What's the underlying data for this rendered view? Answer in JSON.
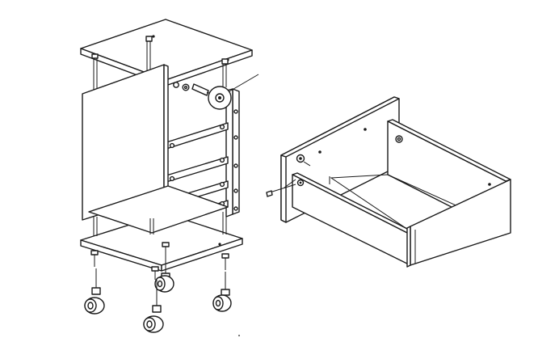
{
  "diagram": {
    "kind": "assembly-instruction",
    "line_color": "#1a1a1a",
    "background": "#ffffff",
    "parts": [
      {
        "name": "top-panel"
      },
      {
        "name": "side-panel"
      },
      {
        "name": "back-frame"
      },
      {
        "name": "base-panel"
      },
      {
        "name": "caster-wheel",
        "count": 4
      },
      {
        "name": "drawer"
      },
      {
        "name": "drawer-front"
      },
      {
        "name": "screw"
      },
      {
        "name": "cam-bolt"
      },
      {
        "name": "detail-callout-circle"
      }
    ]
  }
}
